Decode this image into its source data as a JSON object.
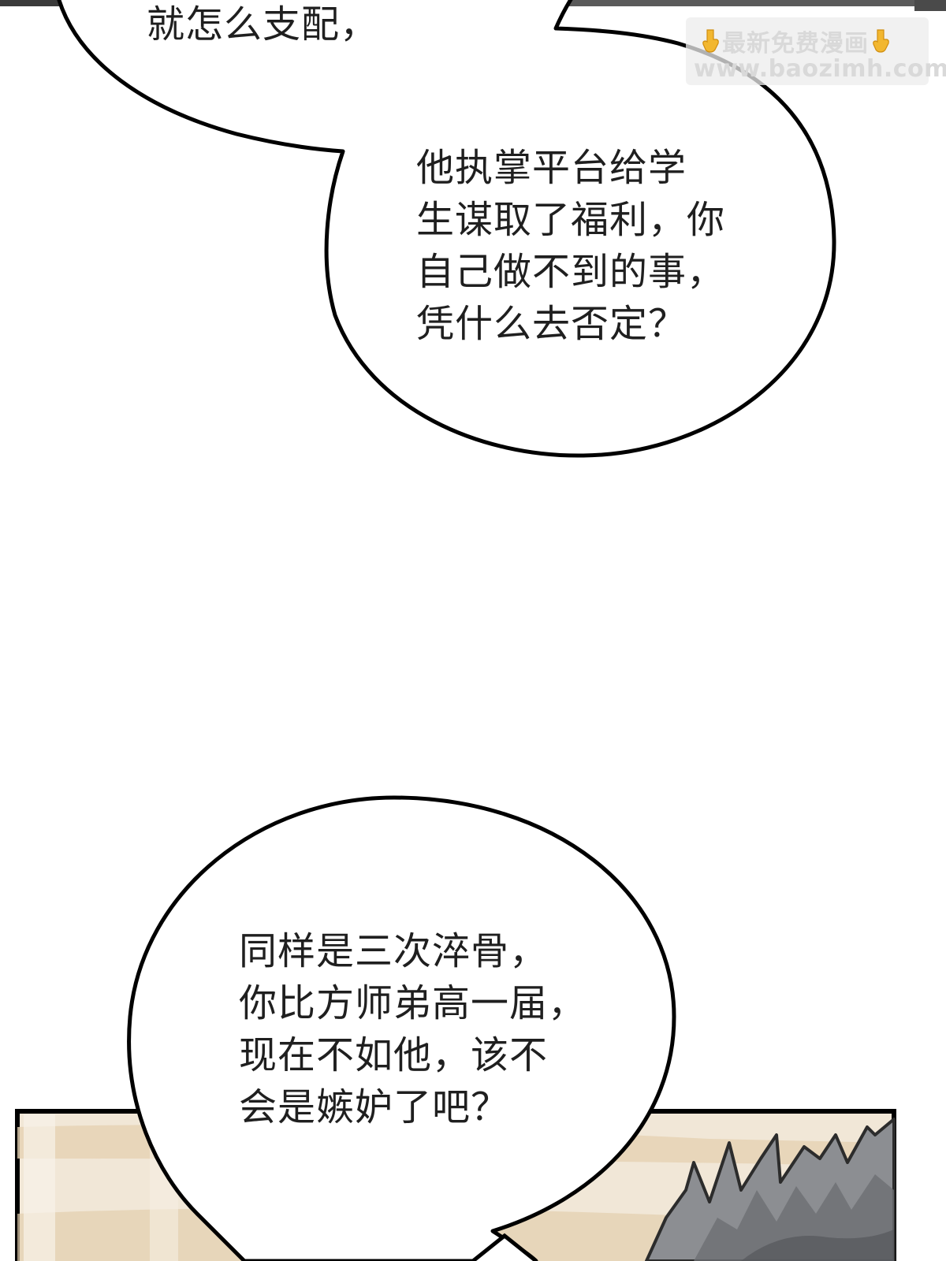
{
  "page": {
    "background": "#ffffff",
    "ink_color": "#000000"
  },
  "bubbles": [
    {
      "lines": [
        "就怎么支配，"
      ]
    },
    {
      "lines": [
        "他执掌平台给学",
        "生谋取了福利，你",
        "自己做不到的事，",
        "凭什么去否定？"
      ]
    },
    {
      "lines": [
        "同样是三次淬骨，",
        "你比方师弟高一届，",
        "现在不如他，该不",
        "会是嫉妒了吧？"
      ]
    }
  ],
  "watermark": {
    "title": "最新免费漫画",
    "url": "www.baozimh.com",
    "icon": "pointing-down-hand-icon",
    "icon_color": "#f2b730",
    "text_color": "#d9d9d9"
  },
  "panel": {
    "description_color_hair": "#7d7f83",
    "description_color_wall": "#efe4d2",
    "description_color_bands": "#e0cbab"
  }
}
